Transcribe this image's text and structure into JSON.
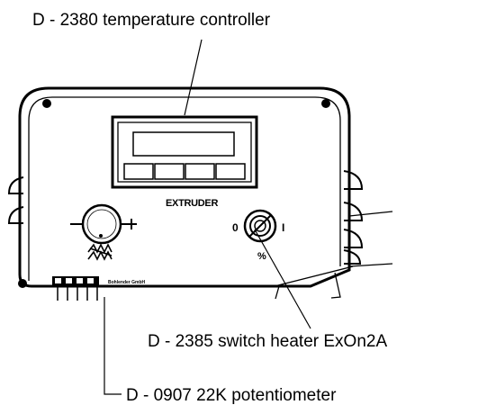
{
  "callouts": {
    "controller": "D - 2380  temperature controller",
    "switch": "D - 2385  switch heater ExOn2A",
    "potentiometer": "D - 0907  22K potentiometer"
  },
  "panel": {
    "extruder_label": "EXTRUDER",
    "switch_off_mark": "0",
    "switch_on_mark": "I",
    "switch_percent_mark": "%",
    "pot_minus": "−",
    "pot_plus": "+",
    "maker_plate": "Bohlender GmbH"
  },
  "icons": {
    "potentiometer": "potentiometer-knob-icon",
    "switch": "rotary-switch-icon",
    "heater": "heater-symbol-icon"
  }
}
